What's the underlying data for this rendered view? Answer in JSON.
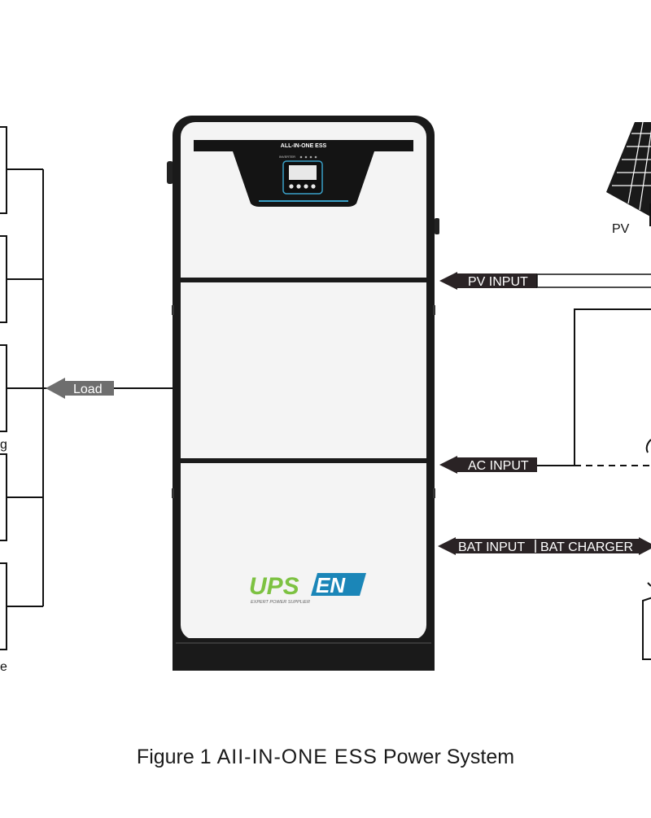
{
  "device": {
    "panel_title": "ALL-IN-ONE ESS",
    "screen_label": "INVERTER",
    "logo_left": "UPS",
    "logo_right": "EN",
    "logo_tagline": "EXPERT POWER SUPPLIER"
  },
  "labels": {
    "load": "Load",
    "pv_input": "PV INPUT",
    "ac_input": "AC INPUT",
    "bat_input": "BAT INPUT",
    "bat_charger": "BAT CHARGER",
    "pv": "PV",
    "left_partial_1": "g",
    "left_partial_2": "e"
  },
  "caption": {
    "prefix": "Figure 1 ",
    "title": "AII-IN-ONE ESS",
    "suffix": " Power System"
  },
  "colors": {
    "outline": "#111111",
    "device_body": "#f4f4f4",
    "arrow_dark": "#2a2325",
    "arrow_grey": "#6e6e6e",
    "logo_green": "#7dc242",
    "logo_blue": "#1b86b8",
    "screen_accent": "#3aa0c8"
  }
}
